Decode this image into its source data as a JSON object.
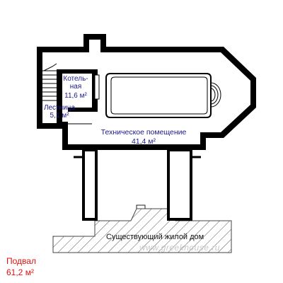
{
  "rooms": {
    "boiler": {
      "name_line1": "Котель-",
      "name_line2": "ная",
      "area": "11,6 м²"
    },
    "stairs": {
      "name": "Лестница",
      "area": "5,1 м²"
    },
    "technical": {
      "name": "Техническое помещение",
      "area": "41,4 м²"
    }
  },
  "existing_house": "Существующий жилой дом",
  "floor": {
    "title": "Подвал",
    "area": "61,2 м²"
  },
  "watermark": "www.greekhouse.ru",
  "colors": {
    "wall": "#000000",
    "label": "#1a1a8a",
    "caption": "#e01010",
    "hatch": "#555555"
  }
}
